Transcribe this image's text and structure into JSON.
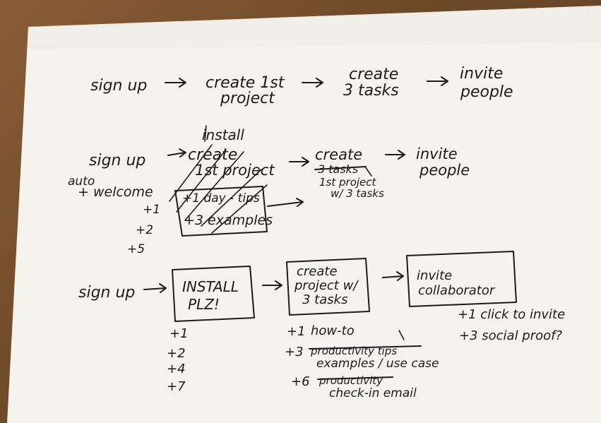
{
  "row1": {
    "signup": "sign up",
    "project_a": "create 1st",
    "project_b": "project",
    "tasks_a": "create",
    "tasks_b": "3 tasks",
    "invite_a": "invite",
    "invite_b": "people"
  },
  "row2": {
    "signup": "sign up",
    "auto": "auto",
    "welcome": "+ welcome",
    "install": "install",
    "create": "create",
    "first_project": "1st project",
    "tips": "+1 day - tips",
    "examples": "+3 examples",
    "day1": "+1",
    "day2": "+2",
    "day5": "+5",
    "create2": "create",
    "tasks_struck": "3 tasks",
    "first_project2": "1st project",
    "with_tasks": "w/ 3 tasks",
    "invite_a": "invite",
    "invite_b": "people"
  },
  "row3": {
    "signup": "sign up",
    "install_a": "INSTALL",
    "install_b": "PLZ!",
    "create_a": "create",
    "create_b": "project w/",
    "create_c": "3 tasks",
    "invite_a": "invite",
    "invite_b": "collaborator",
    "install_days": [
      "+1",
      "+2",
      "+4",
      "+7"
    ],
    "howto_day": "+1",
    "howto": "how-to",
    "prod_day": "+3",
    "prod_struck": "productivity tips",
    "examples_use": "examples / use case",
    "checkin_day": "+6",
    "checkin_struck": "productivity",
    "checkin": "check-in email",
    "click_invite": "+1 click to invite",
    "social_proof": "+3 social proof?"
  }
}
